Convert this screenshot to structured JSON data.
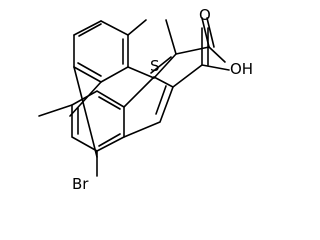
{
  "structure": {
    "atoms": {
      "sulfur": "S",
      "oxygen_carbonyl": "O",
      "hydroxyl": "OH",
      "bromine": "Br"
    }
  }
}
